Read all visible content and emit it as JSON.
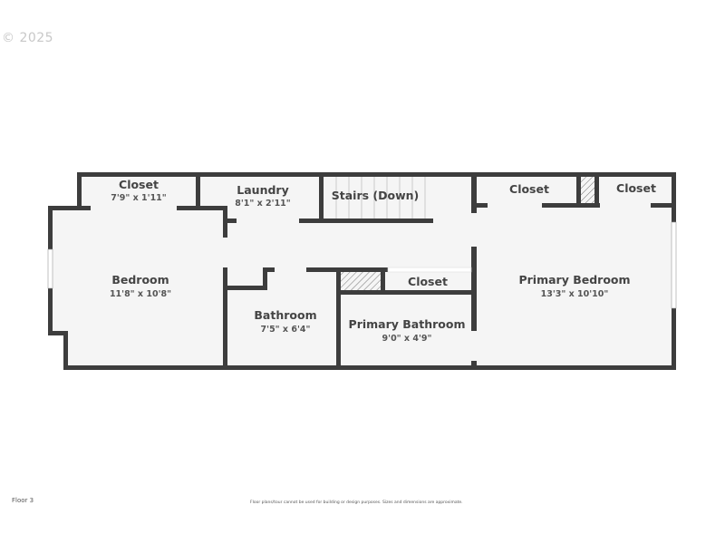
{
  "copyright": "© 2025",
  "rooms": [
    {
      "name": "Closet",
      "dims": "7'9\" x 1'11\""
    },
    {
      "name": "Laundry",
      "dims": "8'1\" x 2'11\""
    },
    {
      "name": "Stairs (Down)"
    },
    {
      "name": "Closet"
    },
    {
      "name": "Closet"
    },
    {
      "name": "Bedroom",
      "dims": "11'8\" x 10'8\""
    },
    {
      "name": "Primary Bedroom",
      "dims": "13'3\" x 10'10\""
    },
    {
      "name": "Closet"
    },
    {
      "name": "Bathroom",
      "dims": "7'5\" x 6'4\""
    },
    {
      "name": "Primary Bathroom",
      "dims": "9'0\" x 4'9\""
    }
  ],
  "footer": {
    "floor_label": "Floor 3",
    "disclaimer": "Floor plans/tour cannot be used for building or design purposes. Sizes and dimensions are approximate."
  },
  "colors": {
    "wall": "#3d3d3d",
    "floor": "#f5f5f5"
  }
}
